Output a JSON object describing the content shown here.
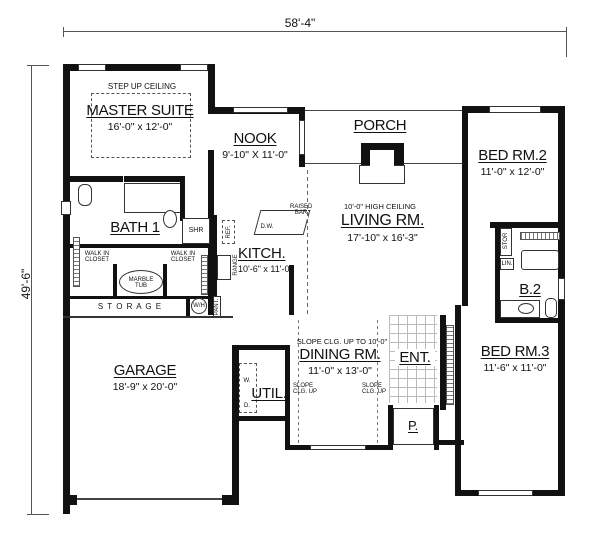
{
  "plan": {
    "overall_width": "58'-4\"",
    "overall_depth": "49'-6\""
  },
  "rooms": {
    "master_suite": {
      "name": "MASTER SUITE",
      "dims": "16'-0\" x 12'-0\"",
      "note": "STEP UP CEILING"
    },
    "nook": {
      "name": "NOOK",
      "dims": "9'-10\" X 11'-0\""
    },
    "porch": {
      "name": "PORCH"
    },
    "bed2": {
      "name": "BED RM.2",
      "dims": "11'-0\" x 12'-0\""
    },
    "living": {
      "name": "LIVING RM.",
      "dims": "17'-10\" x 16'-3\"",
      "note": "10'-0\" HIGH CEILING"
    },
    "bath1": {
      "name": "BATH 1"
    },
    "kitchen": {
      "name": "KITCH.",
      "dims": "10'-6\" x 11'-0\""
    },
    "b2": {
      "name": "B.2"
    },
    "garage": {
      "name": "GARAGE",
      "dims": "18'-9\" x 20'-0\""
    },
    "dining": {
      "name": "DINING RM.",
      "dims": "11'-0\" x 13'-0\"",
      "note": "SLOPE CLG. UP TO 10'-0\""
    },
    "entry": {
      "name": "ENT."
    },
    "bed3": {
      "name": "BED RM.3",
      "dims": "11'-6\" x 11'-0\""
    },
    "util": {
      "name": "UTIL."
    },
    "pantry_p": {
      "name": "P."
    }
  },
  "fixtures": {
    "walk_in_closet_left": "WALK IN CLOSET",
    "walk_in_closet_right": "WALK IN CLOSET",
    "marble_tub": "MARBLE TUB",
    "shower": "SHR",
    "refrigerator": "REF.",
    "range": "RANGE",
    "dishwasher": "D.W.",
    "raised_bar": "RAISED BAR",
    "storage": "S T O R A G E",
    "water_heater": "W/H",
    "pantry": "PANT.",
    "stor": "STOR",
    "linen": "LIN.",
    "washer": "W.",
    "dryer": "D.",
    "slope_left": "SLOPE CLG. UP",
    "slope_right": "SLOPE CLG. UP"
  }
}
